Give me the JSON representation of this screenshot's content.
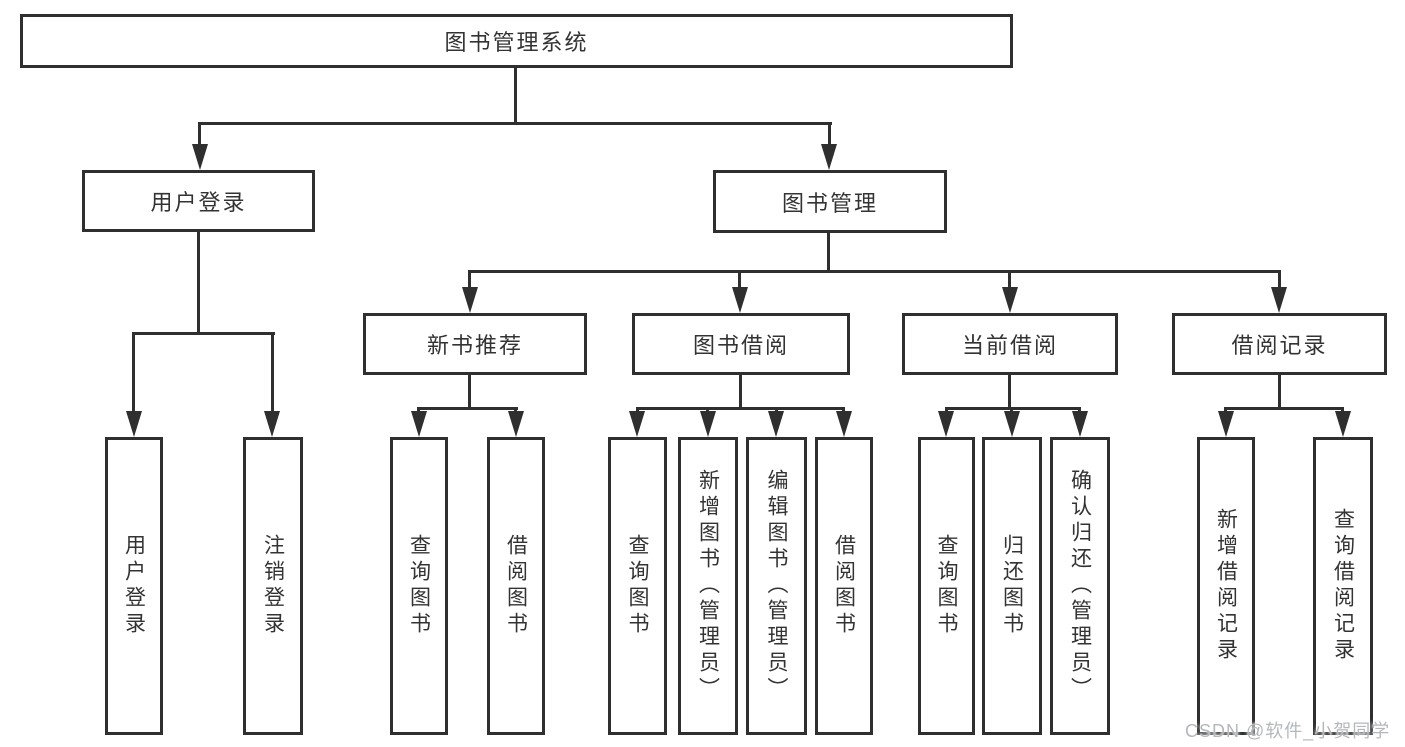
{
  "colors": {
    "line": "#2f2f2f",
    "text": "#333333",
    "background": "#ffffff",
    "watermark": "#b4b8bc"
  },
  "watermark": {
    "text": "CSDN @软件_小贺同学"
  },
  "tree": {
    "label": "图书管理系统",
    "children": [
      {
        "label": "用户登录",
        "children": [
          {
            "label": "用户登录"
          },
          {
            "label": "注销登录"
          }
        ]
      },
      {
        "label": "图书管理",
        "children": [
          {
            "label": "新书推荐",
            "children": [
              {
                "label": "查询图书"
              },
              {
                "label": "借阅图书"
              }
            ]
          },
          {
            "label": "图书借阅",
            "children": [
              {
                "label": "查询图书"
              },
              {
                "label": "新增图书（管理员）"
              },
              {
                "label": "编辑图书（管理员）"
              },
              {
                "label": "借阅图书"
              }
            ]
          },
          {
            "label": "当前借阅",
            "children": [
              {
                "label": "查询图书"
              },
              {
                "label": "归还图书"
              },
              {
                "label": "确认归还（管理员）"
              }
            ]
          },
          {
            "label": "借阅记录",
            "children": [
              {
                "label": "新增借阅记录"
              },
              {
                "label": "查询借阅记录"
              }
            ]
          }
        ]
      }
    ]
  }
}
